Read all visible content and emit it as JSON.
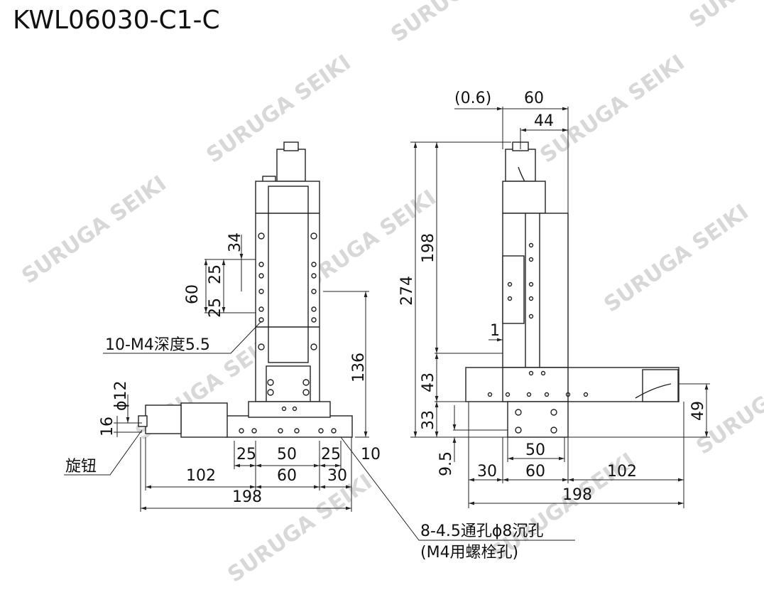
{
  "title": "KWL06030-C1-C",
  "watermark": "SURUGA SEIKI",
  "colors": {
    "line": "#222222",
    "watermark": "#d8d8d8",
    "background": "#ffffff"
  },
  "front_view": {
    "dims": {
      "d34": "34",
      "d25a": "25",
      "d60": "60",
      "d25b": "25",
      "d136": "136",
      "phi12": "ϕ12",
      "d16": "16",
      "b25a": "25",
      "b50": "50",
      "b25b": "25",
      "b10": "10",
      "b102": "102",
      "b60": "60",
      "b30": "30",
      "b198": "198"
    },
    "notes": {
      "tapped_holes": "10-M4深度5.5",
      "knob": "旋钮",
      "through_holes_1": "8-4.5通孔ϕ8沉孔",
      "through_holes_2": "(M4用螺栓孔)"
    }
  },
  "side_view": {
    "dims": {
      "d0_6": "(0.6)",
      "d60": "60",
      "d44": "44",
      "d274": "274",
      "d198": "198",
      "d1": "1",
      "d43": "43",
      "d33": "33",
      "d9_5": "9.5",
      "d49": "49",
      "b50": "50",
      "b30": "30",
      "b60": "60",
      "b102": "102",
      "b198": "198"
    }
  }
}
